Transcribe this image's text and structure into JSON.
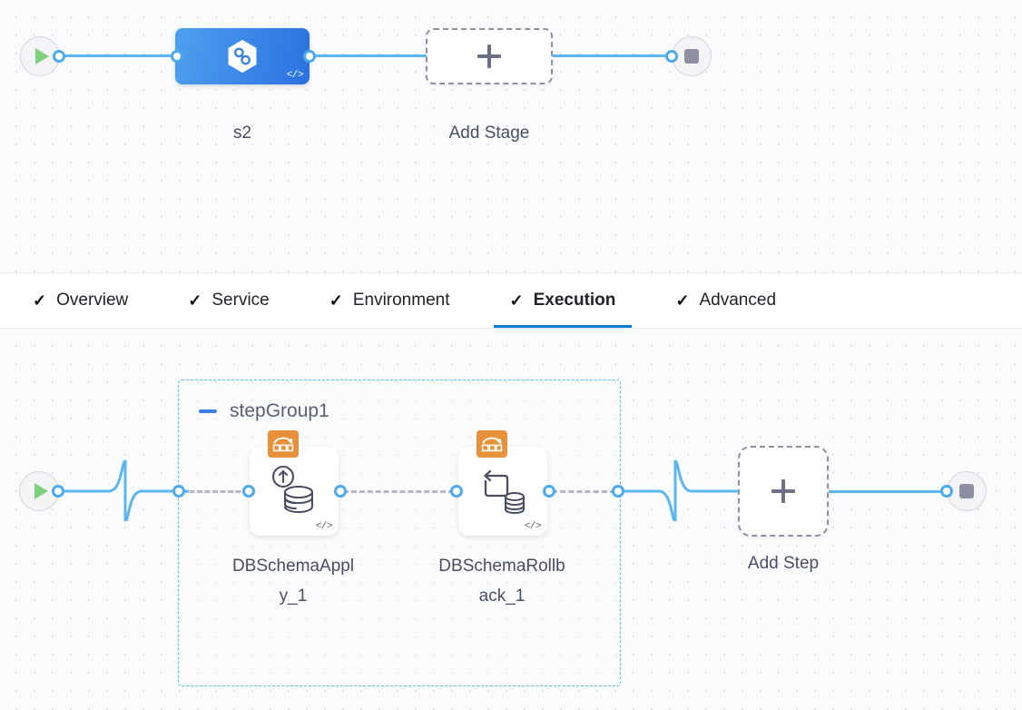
{
  "app": {
    "canvas_bg": "#fafbfc",
    "accent_blue": "#0278d5",
    "link_blue": "#5cb6ef",
    "group_border": "#58bdec",
    "badge_orange": "#e8913a"
  },
  "stage_canvas": {
    "start_node": {
      "icon": "play-icon",
      "title": "Start"
    },
    "end_node": {
      "icon": "stop-icon",
      "title": "End"
    },
    "stages": [
      {
        "id": "s2",
        "label": "s2",
        "icon": "harness-cd-hexagon-icon",
        "code_badge": "</>"
      }
    ],
    "add_stage": {
      "label": "Add Stage",
      "icon": "plus-icon"
    }
  },
  "tabs": {
    "items": [
      {
        "id": "overview",
        "label": "Overview",
        "tick": "✓",
        "active": false
      },
      {
        "id": "service",
        "label": "Service",
        "tick": "✓",
        "active": false
      },
      {
        "id": "environment",
        "label": "Environment",
        "tick": "✓",
        "active": false
      },
      {
        "id": "execution",
        "label": "Execution",
        "tick": "✓",
        "active": true
      },
      {
        "id": "advanced",
        "label": "Advanced",
        "tick": "✓",
        "active": false
      }
    ]
  },
  "execution_canvas": {
    "start_node": {
      "icon": "play-icon",
      "title": "Start"
    },
    "end_node": {
      "icon": "stop-icon",
      "title": "End"
    },
    "step_group": {
      "title": "stepGroup1",
      "collapse_icon": "minus-icon",
      "steps": [
        {
          "id": "dbschemaapply_1",
          "label": "DBSchemaAppl\ny_1",
          "full_label": "DBSchemaApply_1",
          "badge_icon": "db-migration-badge-icon",
          "main_icon": "database-apply-up-arrow-icon",
          "code_badge": "</>"
        },
        {
          "id": "dbschemarollback_1",
          "label": "DBSchemaRollb\nack_1",
          "full_label": "DBSchemaRollback_1",
          "badge_icon": "db-migration-badge-icon",
          "main_icon": "database-rollback-arrow-icon",
          "code_badge": "</>"
        }
      ]
    },
    "add_step": {
      "label": "Add Step",
      "icon": "plus-icon"
    }
  }
}
